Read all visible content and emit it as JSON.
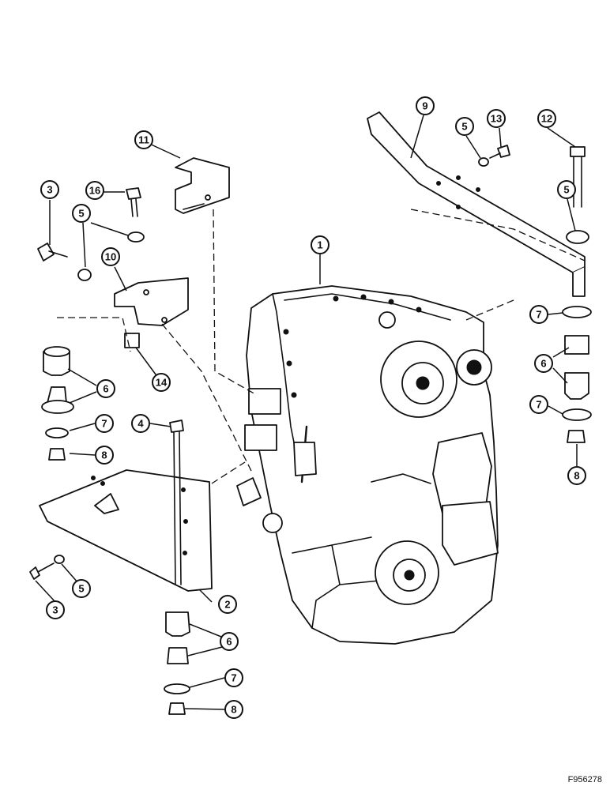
{
  "diagram": {
    "figure_id": "F956278",
    "callouts": [
      {
        "id": "c1",
        "label": "1"
      },
      {
        "id": "c2",
        "label": "2"
      },
      {
        "id": "c3a",
        "label": "3"
      },
      {
        "id": "c3b",
        "label": "3"
      },
      {
        "id": "c4",
        "label": "4"
      },
      {
        "id": "c5a",
        "label": "5"
      },
      {
        "id": "c5b",
        "label": "5"
      },
      {
        "id": "c5c",
        "label": "5"
      },
      {
        "id": "c5d",
        "label": "5"
      },
      {
        "id": "c6a",
        "label": "6"
      },
      {
        "id": "c6b",
        "label": "6"
      },
      {
        "id": "c6c",
        "label": "6"
      },
      {
        "id": "c7a",
        "label": "7"
      },
      {
        "id": "c7b",
        "label": "7"
      },
      {
        "id": "c7c",
        "label": "7"
      },
      {
        "id": "c7d",
        "label": "7"
      },
      {
        "id": "c8a",
        "label": "8"
      },
      {
        "id": "c8b",
        "label": "8"
      },
      {
        "id": "c8c",
        "label": "8"
      },
      {
        "id": "c9",
        "label": "9"
      },
      {
        "id": "c10",
        "label": "10"
      },
      {
        "id": "c11",
        "label": "11"
      },
      {
        "id": "c12",
        "label": "12"
      },
      {
        "id": "c13",
        "label": "13"
      },
      {
        "id": "c14",
        "label": "14"
      },
      {
        "id": "c16",
        "label": "16"
      }
    ]
  }
}
